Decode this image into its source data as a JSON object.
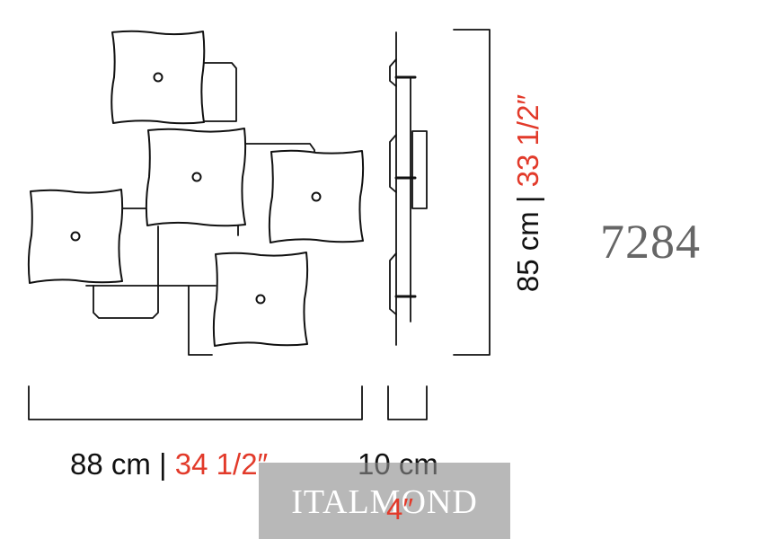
{
  "model_number": "7284",
  "dimensions": {
    "width": {
      "cm": "88 cm",
      "separator": " | ",
      "inch": "34 1/2″"
    },
    "height": {
      "cm": "85 cm",
      "separator": " | ",
      "inch": "33 1/2″"
    },
    "depth": {
      "cm": "10 cm",
      "inch": "4″"
    }
  },
  "watermark": "ITALMOND",
  "colors": {
    "line": "#111111",
    "imperial": "#e23a2a",
    "model": "#666666"
  }
}
